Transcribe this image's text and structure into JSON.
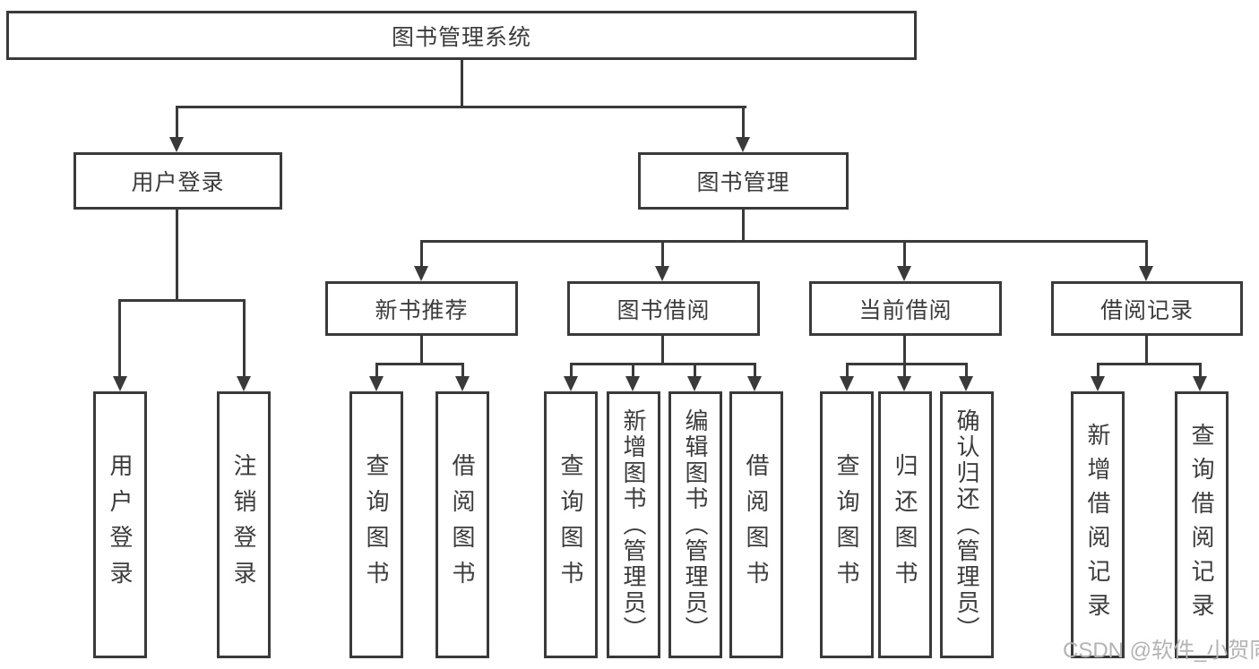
{
  "colors": {
    "line": "#3a3a3a",
    "box_border": "#3a3a3a",
    "box_background": "#ffffff",
    "text": "#3c3c3c",
    "watermark": "#b3b3b3",
    "page_background": "#ffffff"
  },
  "watermark": "CSDN @软件_小贺同学",
  "diagram": {
    "type": "hierarchy-tree",
    "root": {
      "label": "图书管理系统",
      "children": [
        {
          "label": "用户登录",
          "children": [
            {
              "label": "用户登录"
            },
            {
              "label": "注销登录"
            }
          ]
        },
        {
          "label": "图书管理",
          "children": [
            {
              "label": "新书推荐",
              "children": [
                {
                  "label": "查询图书"
                },
                {
                  "label": "借阅图书"
                }
              ]
            },
            {
              "label": "图书借阅",
              "children": [
                {
                  "label": "查询图书"
                },
                {
                  "label": "新增图书（管理员）"
                },
                {
                  "label": "编辑图书（管理员）"
                },
                {
                  "label": "借阅图书"
                }
              ]
            },
            {
              "label": "当前借阅",
              "children": [
                {
                  "label": "查询图书"
                },
                {
                  "label": "归还图书"
                },
                {
                  "label": "确认归还（管理员）"
                }
              ]
            },
            {
              "label": "借阅记录",
              "children": [
                {
                  "label": "新增借阅记录"
                },
                {
                  "label": "查询借阅记录"
                }
              ]
            }
          ]
        }
      ]
    }
  }
}
